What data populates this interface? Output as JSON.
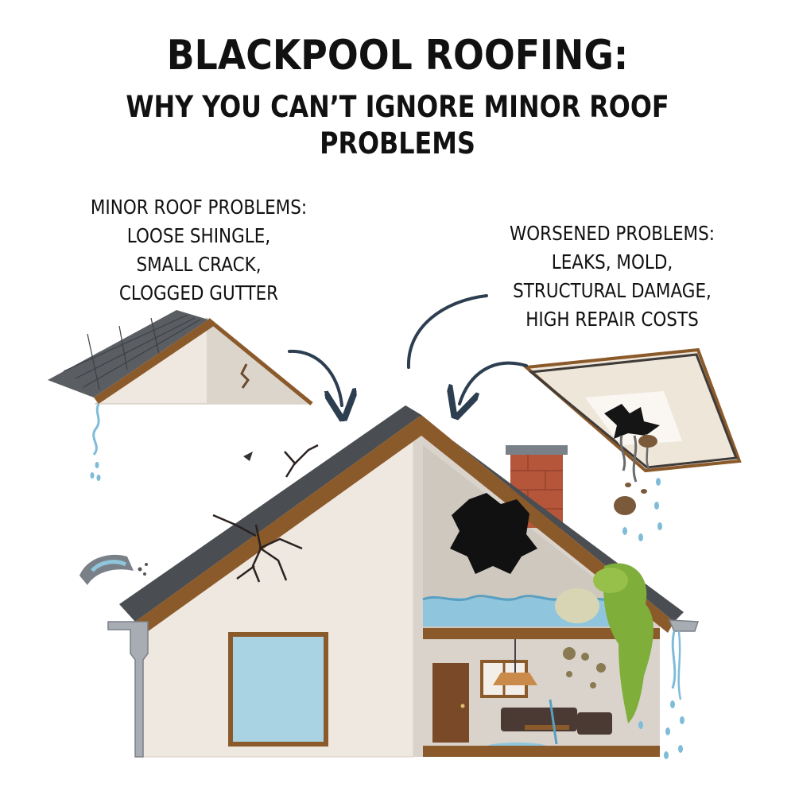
{
  "title": "BLACKPOOL ROOFING:",
  "subtitle": "WHY YOU CAN’T IGNORE MINOR ROOF PROBLEMS",
  "minor_problems": {
    "heading": "MINOR ROOF PROBLEMS:",
    "lines": [
      "LOOSE SHINGLE,",
      "SMALL CRACK,",
      "CLOGGED GUTTER"
    ]
  },
  "worsened_problems": {
    "heading": "WORSENED PROBLEMS:",
    "lines": [
      "LEAKS, MOLD,",
      "STRUCTURAL DAMAGE,",
      "HIGH REPAIR COSTS"
    ]
  },
  "colors": {
    "roof_shingle": "#4a4d52",
    "trim": "#8b5a2b",
    "wall": "#efe8e0",
    "interior_wall": "#d9d3cb",
    "arrow": "#2c3e50",
    "water": "#8fc6dd",
    "mold": "#7fae3a",
    "brick": "#b5563a"
  }
}
